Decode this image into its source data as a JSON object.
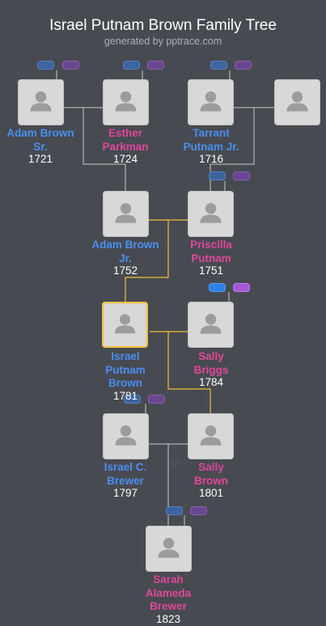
{
  "header": {
    "title": "Israel Putnam Brown Family Tree",
    "subtitle": "generated by pptrace.com"
  },
  "colors": {
    "background": "#474a50",
    "male": "#4a8ff0",
    "female": "#e0479a",
    "lineage_highlight": "#f3bf3d",
    "connector": "#c9c9c9"
  },
  "people": {
    "adam_sr": {
      "name": [
        "Adam Brown",
        "Sr."
      ],
      "year": "1721",
      "gender": "male"
    },
    "esther": {
      "name": [
        "Esther",
        "Parkman"
      ],
      "year": "1724",
      "gender": "female"
    },
    "tarrant": {
      "name": [
        "Tarrant",
        "Putnam Jr."
      ],
      "year": "1716",
      "gender": "male"
    },
    "unknown": {
      "name": [],
      "year": "",
      "gender": "unknown"
    },
    "adam_jr": {
      "name": [
        "Adam Brown",
        "Jr."
      ],
      "year": "1752",
      "gender": "male"
    },
    "priscilla": {
      "name": [
        "Priscilla",
        "Putnam"
      ],
      "year": "1751",
      "gender": "female"
    },
    "israel": {
      "name": [
        "Israel",
        "Putnam",
        "Brown"
      ],
      "year": "1781",
      "gender": "male",
      "focused": true
    },
    "sally_b": {
      "name": [
        "Sally",
        "Briggs"
      ],
      "year": "1784",
      "gender": "female"
    },
    "israel_c": {
      "name": [
        "Israel C.",
        "Brewer"
      ],
      "year": "1797",
      "gender": "male"
    },
    "sally_br": {
      "name": [
        "Sally",
        "Brown"
      ],
      "year": "1801",
      "gender": "female"
    },
    "sarah": {
      "name": [
        "Sarah",
        "Alameda",
        "Brewer"
      ],
      "year": "1823",
      "gender": "female"
    }
  },
  "watermark": "pp"
}
